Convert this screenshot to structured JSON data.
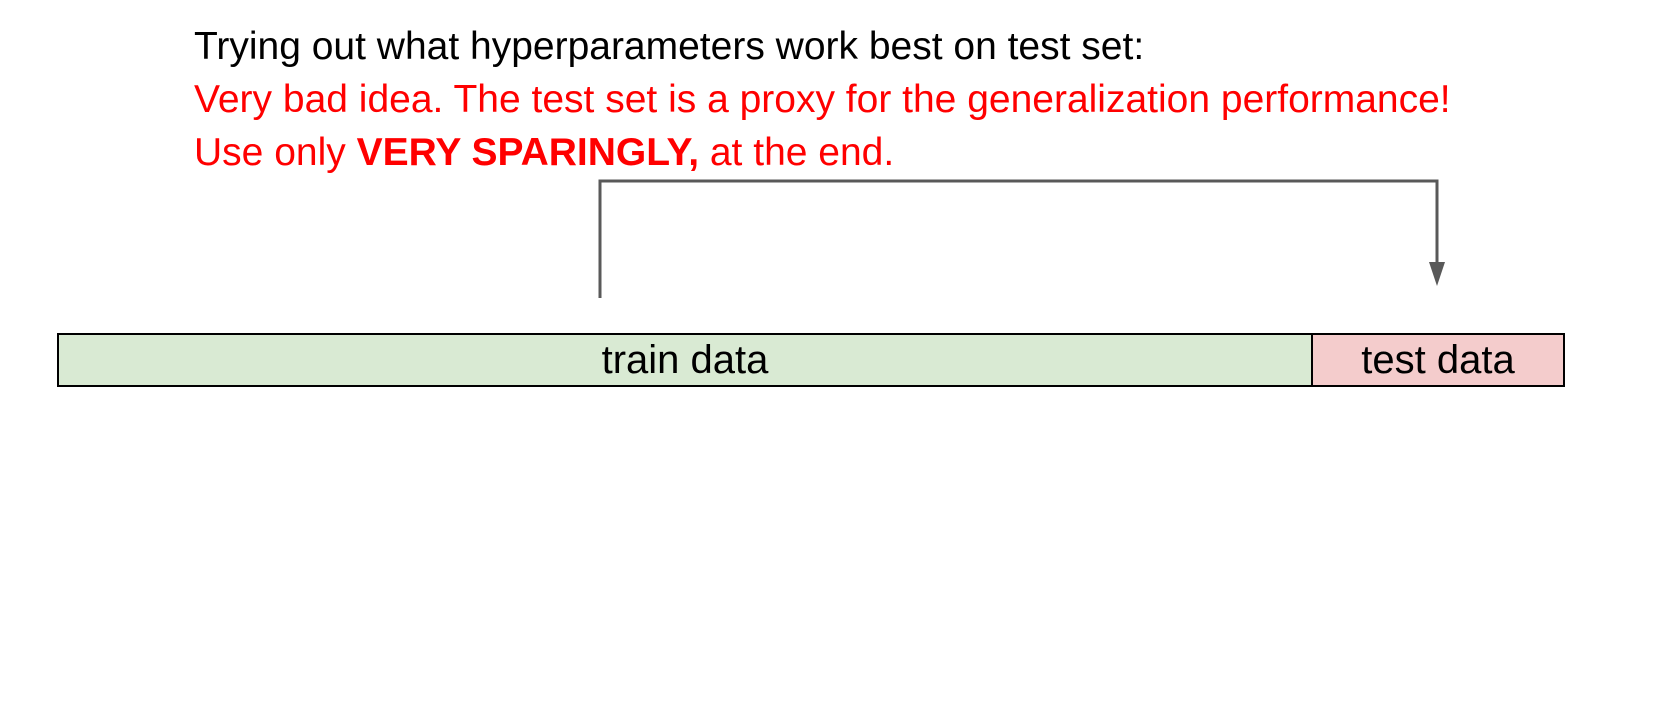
{
  "heading": {
    "line1": "Trying out what hyperparameters work best on test set:",
    "line2": "Very bad idea. The test set is a proxy for the generalization performance!",
    "line3_prefix": "Use only ",
    "line3_bold": "VERY SPARINGLY,",
    "line3_suffix": " at the end."
  },
  "bars": {
    "train_label": "train data",
    "test_label": "test data"
  },
  "colors": {
    "warning_text": "#ff0000",
    "train_fill": "#d9ead3",
    "test_fill": "#f4cccc",
    "arrow": "#595959"
  }
}
